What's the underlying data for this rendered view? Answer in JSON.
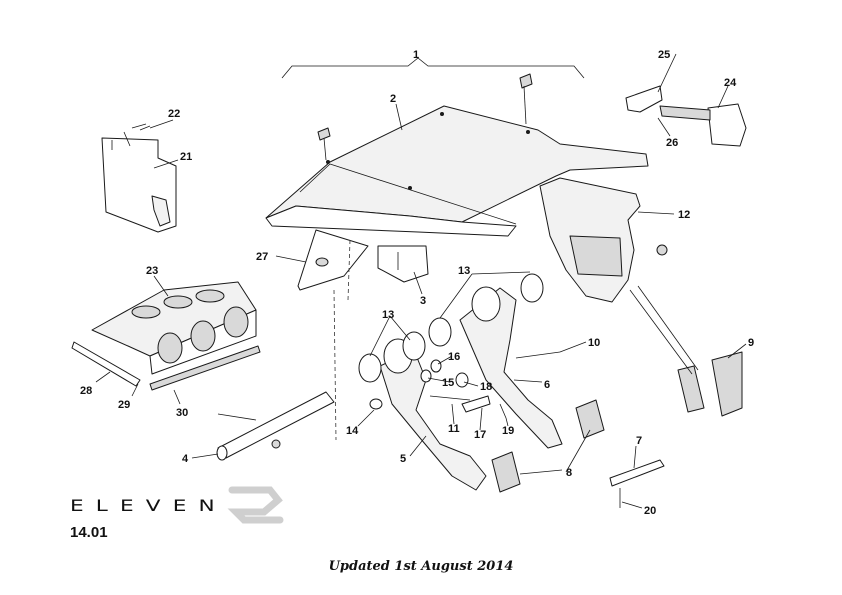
{
  "brand": {
    "logo_text": "ELEVEN",
    "logo_accent": "2"
  },
  "diagram": {
    "callouts": [
      "1",
      "2",
      "3",
      "4",
      "5",
      "6",
      "7",
      "8",
      "9",
      "10",
      "11",
      "12",
      "13",
      "13",
      "14",
      "15",
      "16",
      "17",
      "18",
      "19",
      "20",
      "21",
      "22",
      "23",
      "24",
      "25",
      "26",
      "27",
      "28",
      "29",
      "30"
    ]
  },
  "footer": {
    "page_code": "14.01",
    "update_note": "Updated 1st August 2014"
  },
  "colors": {
    "ink": "#1a1a1a",
    "part_fill": "#f2f2f2",
    "shade_fill": "#d9d9d9"
  }
}
